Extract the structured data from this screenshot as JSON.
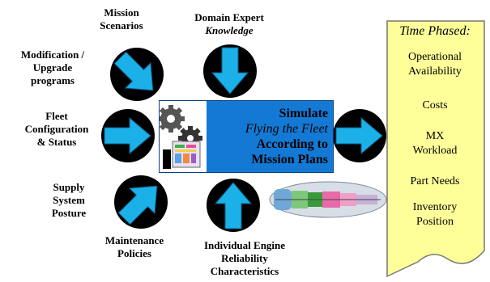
{
  "labels": {
    "mission": "Mission Scenarios",
    "mission_l1": "Mission",
    "mission_l2": "Scenarios",
    "domain_l1": "Domain Expert",
    "domain_l2": "Knowledge",
    "mod_l1": "Modification /",
    "mod_l2": "Upgrade",
    "mod_l3": "programs",
    "fleet_l1": "Fleet",
    "fleet_l2": "Configuration",
    "fleet_l3": "& Status",
    "supply_l1": "Supply",
    "supply_l2": "System",
    "supply_l3": "Posture",
    "maint_l1": "Maintenance",
    "maint_l2": "Policies",
    "engine_l1": "Individual Engine",
    "engine_l2": "Reliability",
    "engine_l3": "Characteristics"
  },
  "simulate": {
    "line1": "Simulate",
    "line2": "Flying the Fleet",
    "line3": "According to",
    "line4": "Mission Plans"
  },
  "panel": {
    "title": "Time Phased:",
    "items": {
      "op_l1": "Operational",
      "op_l2": "Availability",
      "costs": "Costs",
      "mx_l1": "MX",
      "mx_l2": "Workload",
      "parts": "Part Needs",
      "inv_l1": "Inventory",
      "inv_l2": "Position"
    }
  },
  "colors": {
    "arrow_fill": "#1bb1e8",
    "arrow_circle": "#000000",
    "sim_box": "#1479d4",
    "panel_fill": "#ffff99"
  }
}
